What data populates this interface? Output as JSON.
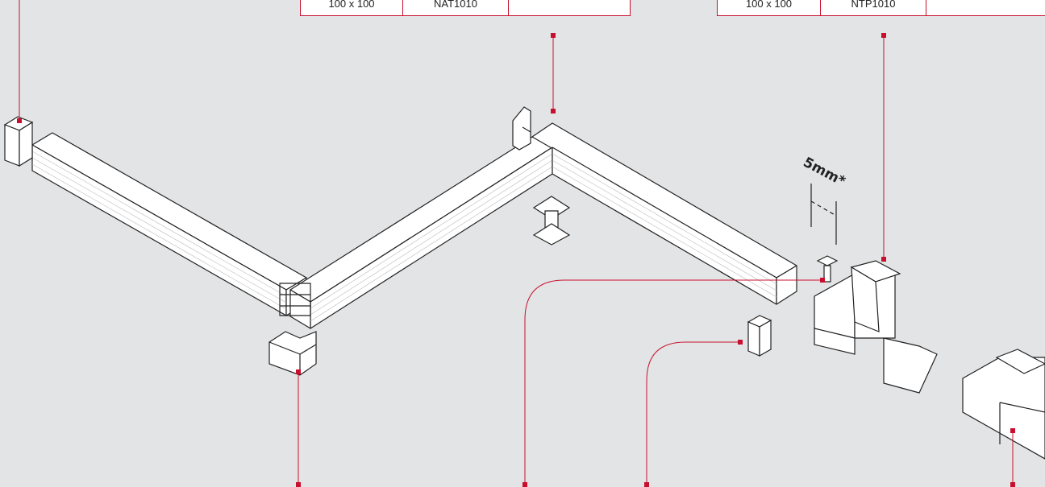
{
  "tables": [
    {
      "cells": [
        "100 x 100",
        "NAT1010",
        ""
      ]
    },
    {
      "cells": [
        "100 x 100",
        "NTP1010",
        ""
      ]
    }
  ],
  "dimension_label": "5mm*",
  "colors": {
    "background": "#e3e4e5",
    "accent": "#c8102e",
    "line": "#222222",
    "part_fill": "#ffffff"
  }
}
